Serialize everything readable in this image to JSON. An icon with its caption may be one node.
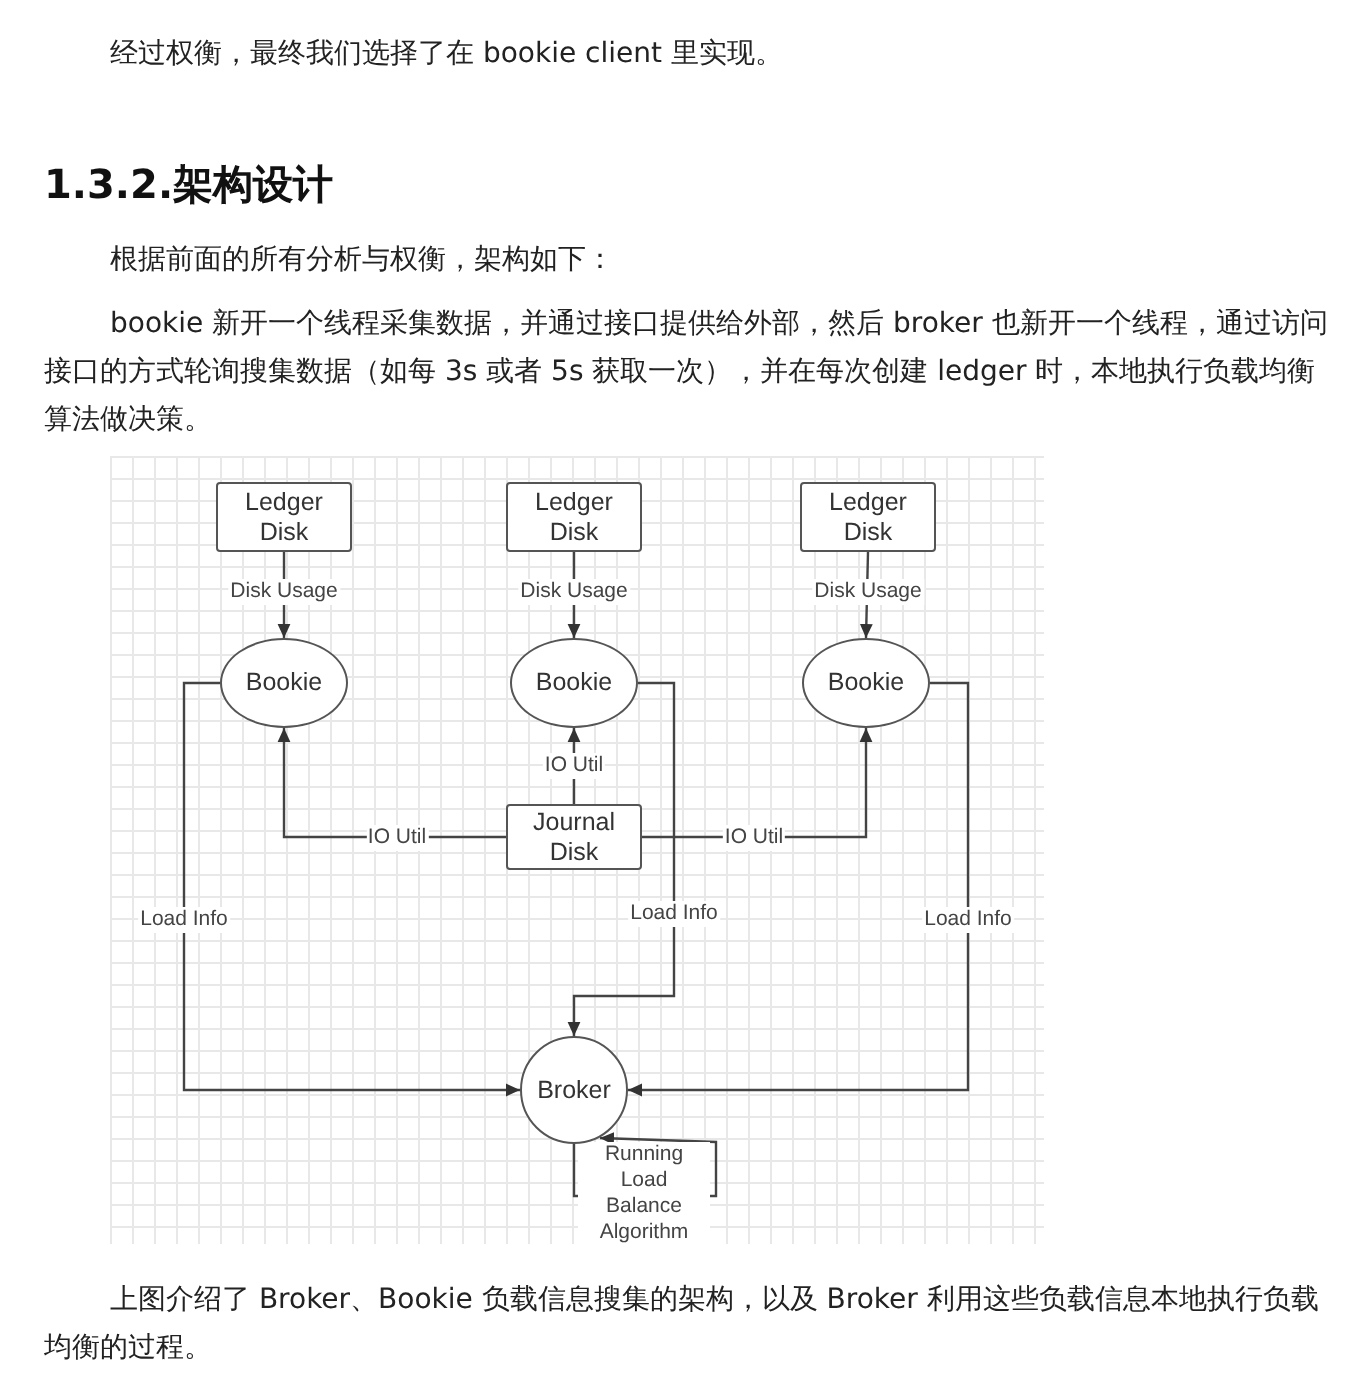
{
  "diagram": {
    "title": "1.3.2.架构设计",
    "nodes": [
      {
        "text": [
          "Ledger Disk"
        ]
      },
      {
        "text": [
          "Ledger Disk"
        ]
      },
      {
        "text": [
          "Ledger Disk"
        ]
      },
      {
        "text": [
          "Bookie"
        ]
      },
      {
        "text": [
          "Bookie"
        ]
      },
      {
        "text": [
          "Bookie"
        ]
      },
      {
        "text": [
          "Journal Disk"
        ]
      },
      {
        "text": [
          "Broker"
        ]
      }
    ],
    "edges": [
      {
        "from": 0,
        "to": 3,
        "arrow": "to",
        "label": "Disk Usage"
      },
      {
        "from": 1,
        "to": 4,
        "arrow": "to",
        "label": "Disk Usage"
      },
      {
        "from": 2,
        "to": 5,
        "arrow": "to",
        "label": "Disk Usage"
      },
      {
        "from": 6,
        "to": 3,
        "arrow": "to",
        "label": "IO Util"
      },
      {
        "from": 6,
        "to": 4,
        "arrow": "to",
        "label": "IO Util"
      },
      {
        "from": 6,
        "to": 5,
        "arrow": "to",
        "label": "IO Util"
      },
      {
        "from": 3,
        "to": 7,
        "arrow": "to",
        "label": "Load Info"
      },
      {
        "from": 4,
        "to": 7,
        "arrow": "to",
        "label": "Load Info"
      },
      {
        "from": 5,
        "to": 7,
        "arrow": "to",
        "label": "Load Info"
      },
      {
        "from": 7,
        "to": 7,
        "arrow": "to",
        "label": "Running Load Balance Algorithm"
      }
    ],
    "labels": [
      "经过权衡，最终我们选择了在 bookie client 里实现。",
      "根据前面的所有分析与权衡，架构如下：",
      "bookie 新开一个线程采集数据，并通过接口提供给外部，然后 broker 也新开一个线程，通过访问接口的方式轮询搜集数据（如每 3s 或者 5s 获取一次），并在每次创建 ledger 时，本地执行负载均衡算法做决策。",
      "上图介绍了 Broker、Bookie 负载信息搜集的架构，以及 Broker 利用这些负载信息本地执行负载均衡的过程。"
    ]
  }
}
